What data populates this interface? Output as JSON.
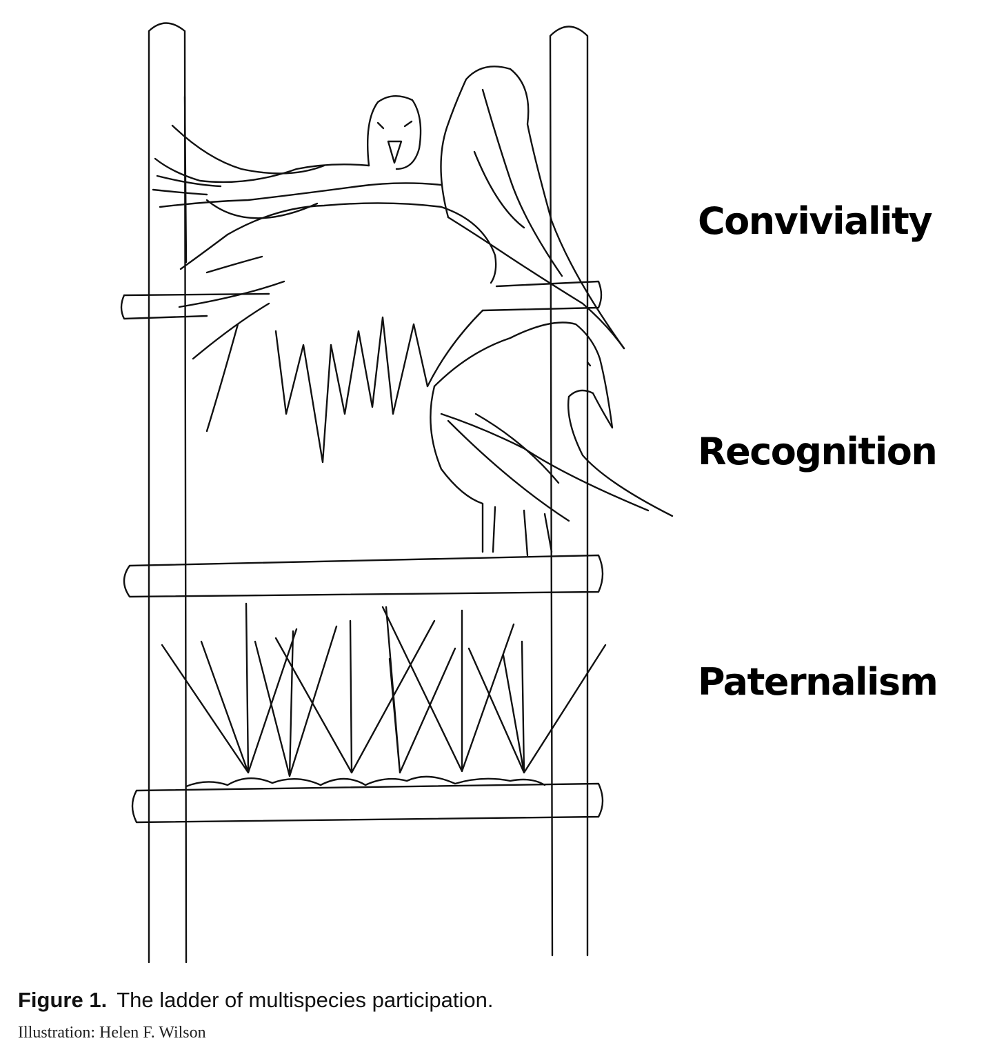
{
  "figure": {
    "levels": [
      "Conviviality",
      "Recognition",
      "Paternalism"
    ],
    "caption_number": "Figure 1.",
    "caption_text": "The ladder of multispecies participation.",
    "credit": "Illustration: Helen F. Wilson"
  },
  "colors": {
    "ink": "#111111",
    "background": "#ffffff"
  },
  "icons": [
    "ladder-icon",
    "pigeon-icon",
    "gull-icon",
    "crow-icon",
    "bird-spikes-icon"
  ]
}
